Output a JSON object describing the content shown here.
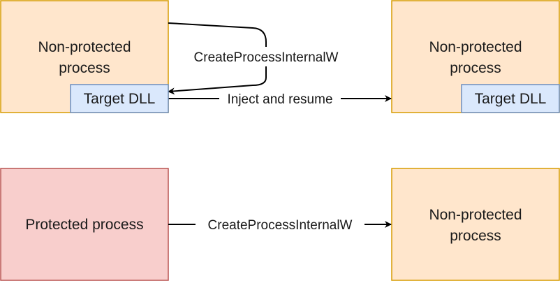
{
  "colors": {
    "orange_fill": "#ffe6cc",
    "orange_stroke": "#d79b00",
    "blue_fill": "#dae8fc",
    "blue_stroke": "#6c8ebf",
    "red_fill": "#f8cecc",
    "red_stroke": "#b85450",
    "edge": "#000000"
  },
  "nodes": {
    "top_left": {
      "line1": "Non-protected",
      "line2": "process",
      "dll_label": "Target DLL"
    },
    "top_right": {
      "line1": "Non-protected",
      "line2": "process",
      "dll_label": "Target DLL"
    },
    "bottom_left": {
      "label": "Protected process"
    },
    "bottom_right": {
      "line1": "Non-protected",
      "line2": "process"
    }
  },
  "edges": {
    "self_loop_label": "CreateProcessInternalW",
    "inject_label": "Inject and resume",
    "bottom_label": "CreateProcessInternalW"
  }
}
